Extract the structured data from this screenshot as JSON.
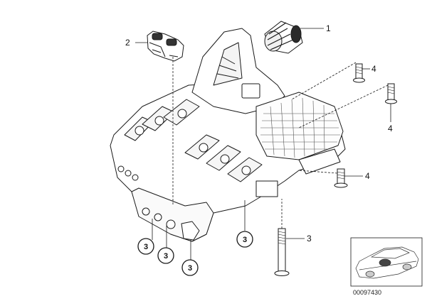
{
  "callouts": {
    "c1": "1",
    "c2": "2",
    "c4a": "4",
    "c4b": "4",
    "c4c": "4",
    "c3_right": "3",
    "c3_mid": "3",
    "c3_a": "3",
    "c3_b": "3",
    "c3_c": "3"
  },
  "thumbnail": {
    "caption": "00097430"
  },
  "colors": {
    "line": "#1a1a1a",
    "background": "#ffffff"
  }
}
